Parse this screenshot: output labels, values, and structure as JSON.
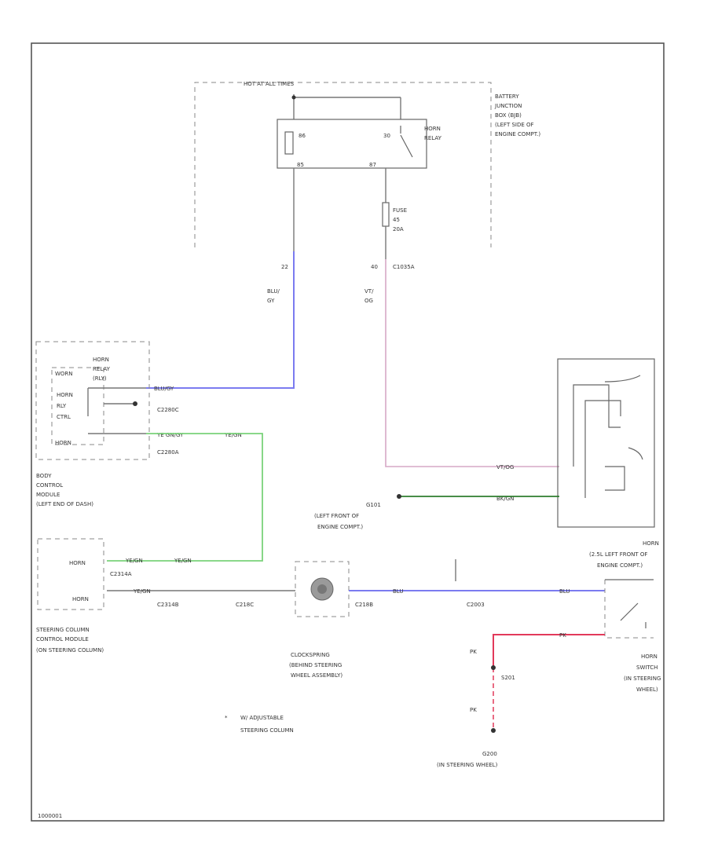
{
  "diagram": {
    "hot_label": "HOT AT ALL TIMES",
    "junction_box": [
      "BATTERY",
      "JUNCTION",
      "BOX (BJB)",
      "(LEFT SIDE OF",
      "ENGINE COMPT.)"
    ],
    "relay_label": [
      "HORN",
      "RELAY"
    ],
    "relay_pins": {
      "p30": "30",
      "p85": "85",
      "p86": "86",
      "p87": "87"
    },
    "fuse_label": [
      "FUSE",
      "45",
      "20A"
    ],
    "connector_c1035": "C1035A",
    "pin_22": "22",
    "pin_40": "40",
    "wire_blu_gy": [
      "BLU/",
      "GY"
    ],
    "wire_vt_og": [
      "VT/",
      "OG"
    ],
    "bcm_horn_relay": [
      "HORN",
      "RELAY",
      "(RLY)"
    ],
    "bcm_worn": "WORN",
    "bcm_horn_rly_ctrl": [
      "HORN",
      "RLY",
      "CTRL"
    ],
    "bcm_horn": "HORN",
    "bcm_wire1": "BLU/GY",
    "bcm_wire2": "YE GN/GY",
    "bcm_wire2_b": "YE/GN",
    "c2280c": "C2280C",
    "c2280b": "C2280A",
    "bcm_name": [
      "BODY",
      "CONTROL",
      "MODULE",
      "(LEFT END OF DASH)"
    ],
    "horn_conn_top": "VT/OG",
    "horn_conn_bot": "BK/GN",
    "g101": [
      "G101",
      "(LEFT FRONT OF",
      "ENGINE COMPT.)"
    ],
    "horn_name": [
      "HORN",
      "(2.5L LEFT FRONT OF",
      "ENGINE COMPT.)"
    ],
    "sccm_horn1": "HORN",
    "sccm_horn2": "HORN",
    "sccm_wire1": "YE/GN",
    "sccm_wire1b": "YE/GN",
    "sccm_wire2": "YE/GN",
    "c2314a": "C2314A",
    "c2314b": "C2314B",
    "c218c": "C218C",
    "c218b": "C218B",
    "c2003": "C2003",
    "wire_blu_1": "BLU",
    "wire_blu_2": "BLU",
    "wire_pk_1": "PK",
    "wire_pk_2": "PK",
    "wire_pk_3": "PK",
    "g201_connector": "S201",
    "sccm_name": [
      "STEERING COLUMN",
      "CONTROL MODULE",
      "(ON STEERING COLUMN)"
    ],
    "clockspring": [
      "CLOCKSPRING",
      "(BEHIND STEERING",
      "WHEEL ASSEMBLY)"
    ],
    "horn_switch": [
      "HORN",
      "SWITCH",
      "(IN STEERING",
      "WHEEL)"
    ],
    "note": [
      "W/ ADJUSTABLE",
      "STEERING COLUMN"
    ],
    "note_mark": "*",
    "ground": [
      "G200",
      "(IN STEERING WHEEL)"
    ],
    "code": "1000001"
  },
  "colors": {
    "blue_wire": "#7b7bf0",
    "green_wire": "#7ad27a",
    "pink_wire": "#d6a8c6",
    "dk_green_wire": "#2e7d2e",
    "red_wire": "#e23a5a"
  }
}
